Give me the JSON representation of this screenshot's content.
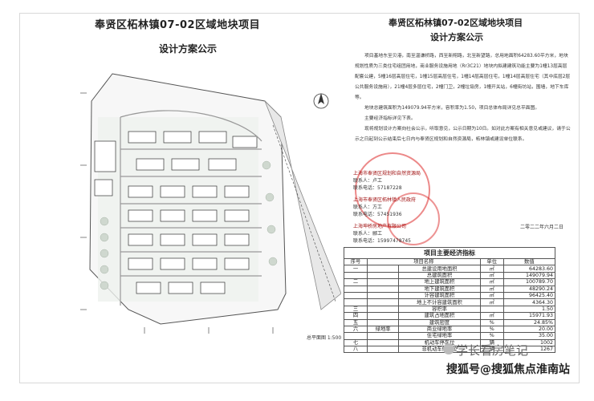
{
  "left": {
    "title": "奉贤区柘林镇07-02区域地块项目",
    "subtitle": "设计方案公示",
    "plan_label": "总平面图 1:500"
  },
  "right": {
    "title": "奉贤区柘林镇07-02区域地块项目",
    "subtitle": "设计方案公示",
    "notice_paragraphs": [
      "项目基地东至贝港，南至温谦桥路，西至新翔路，北至新望路，总用地面积64283.60平方米，地块规划性质为三类住宅组团用地，商业服务设施用地（Rr3C21）地块内拟建建筑功能主要为1幢13层高层配套公建，5幢16层高层住宅，1幢15层高层住宅，1幢14层高层住宅，1幢14层高层住宅（其中底层2层公共服务设施用），21幢4层多层住宅，2幢门卫，2幢垃圾房，1幢开关站，6幢街坊站，围墙，地下车库等。",
      "地块总建筑面积为149079.94平方米，容积率为1.50，项目总体布局详见总平面图。",
      "主要经济指标详见下表。",
      "现将规划设计方案向社会公示，听取意见，公示日期为10日。如对此方案有相关意见或建议，请于公示之日起到公示结束后七日内与奉贤区规划和自然资源局，柘林镇或建设单位联系。"
    ],
    "contacts": [
      {
        "org": "上海市奉贤区规划和自然资源局",
        "person": "联系人：卢工",
        "phone": "联系电话：57187228"
      },
      {
        "org": "上海市奉贤区柘林镇人民政府",
        "person": "联系人：方工",
        "phone": "联系电话：57451936"
      },
      {
        "org": "上海坤桥房地产有限公司",
        "person": "联系人：郦工",
        "phone": "联系电话：15997478745"
      }
    ],
    "date": "二零二二年六月二日"
  },
  "table": {
    "caption": "项目主要经济指标",
    "headers": [
      "序号",
      "项目名称",
      "单位",
      "数值"
    ],
    "rows": [
      [
        "一",
        "",
        "总建设用地面积",
        "㎡",
        "64283.60"
      ],
      [
        "",
        "",
        "总建筑面积",
        "㎡",
        "149079.94"
      ],
      [
        "二",
        "",
        "地上建筑面积",
        "㎡",
        "100789.70"
      ],
      [
        "",
        "",
        "地下建筑面积",
        "㎡",
        "48290.24"
      ],
      [
        "",
        "",
        "计容建筑面积",
        "㎡",
        "96425.40"
      ],
      [
        "",
        "",
        "地上不计容建筑面积",
        "㎡",
        "4364.30"
      ],
      [
        "三",
        "",
        "容积率",
        "",
        "1.50"
      ],
      [
        "四",
        "",
        "建筑占地面积",
        "㎡",
        "15971.93"
      ],
      [
        "五",
        "",
        "建筑密度",
        "%",
        "24.85%"
      ],
      [
        "六",
        "绿地率",
        "商业绿地率",
        "%",
        "20.00"
      ],
      [
        "",
        "",
        "住宅绿地率",
        "%",
        "35.00"
      ],
      [
        "七",
        "",
        "机动车停车位",
        "辆",
        "1002"
      ],
      [
        "八",
        "",
        "非机动车停车位",
        "辆",
        "1267"
      ]
    ]
  },
  "watermark": {
    "account": "学长看房笔记",
    "sohu": "搜狐号@搜狐焦点淮南站"
  }
}
